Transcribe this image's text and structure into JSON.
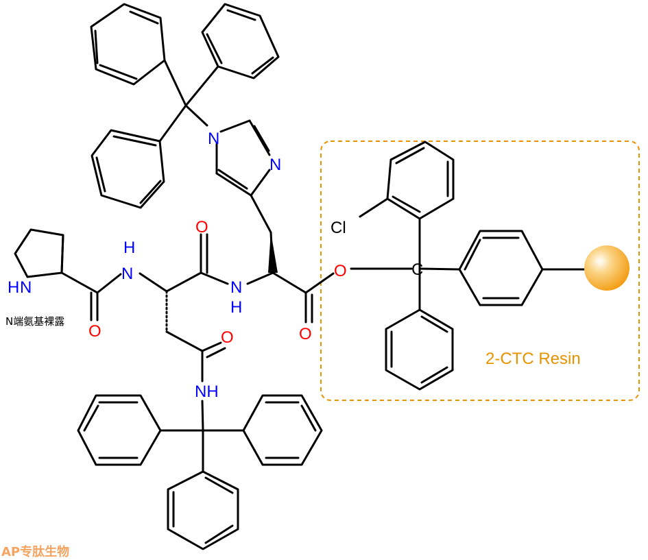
{
  "labels": {
    "cl": "Cl",
    "c_center": "C",
    "o_link": "O",
    "o_his_carbonyl": "O",
    "o_asn_carbonyl": "O",
    "o_pro_carbonyl": "O",
    "o_side_amide": "O",
    "n_imid_trt": "N",
    "n_imid": "N",
    "n_his_h": "H",
    "n_his": "N",
    "n_asn_n": "N",
    "n_asn_h": "H",
    "n_pro_h": "H",
    "n_pro_n": "N",
    "n_side": "NH"
  },
  "annotation": "N端氨基裸露",
  "resin_label": "2-CTC Resin",
  "watermark": "AP专肽生物",
  "colors": {
    "oxygen": "#ff0000",
    "nitrogen": "#0000ff",
    "resin": "#e59400",
    "bead": "#f5a623"
  }
}
